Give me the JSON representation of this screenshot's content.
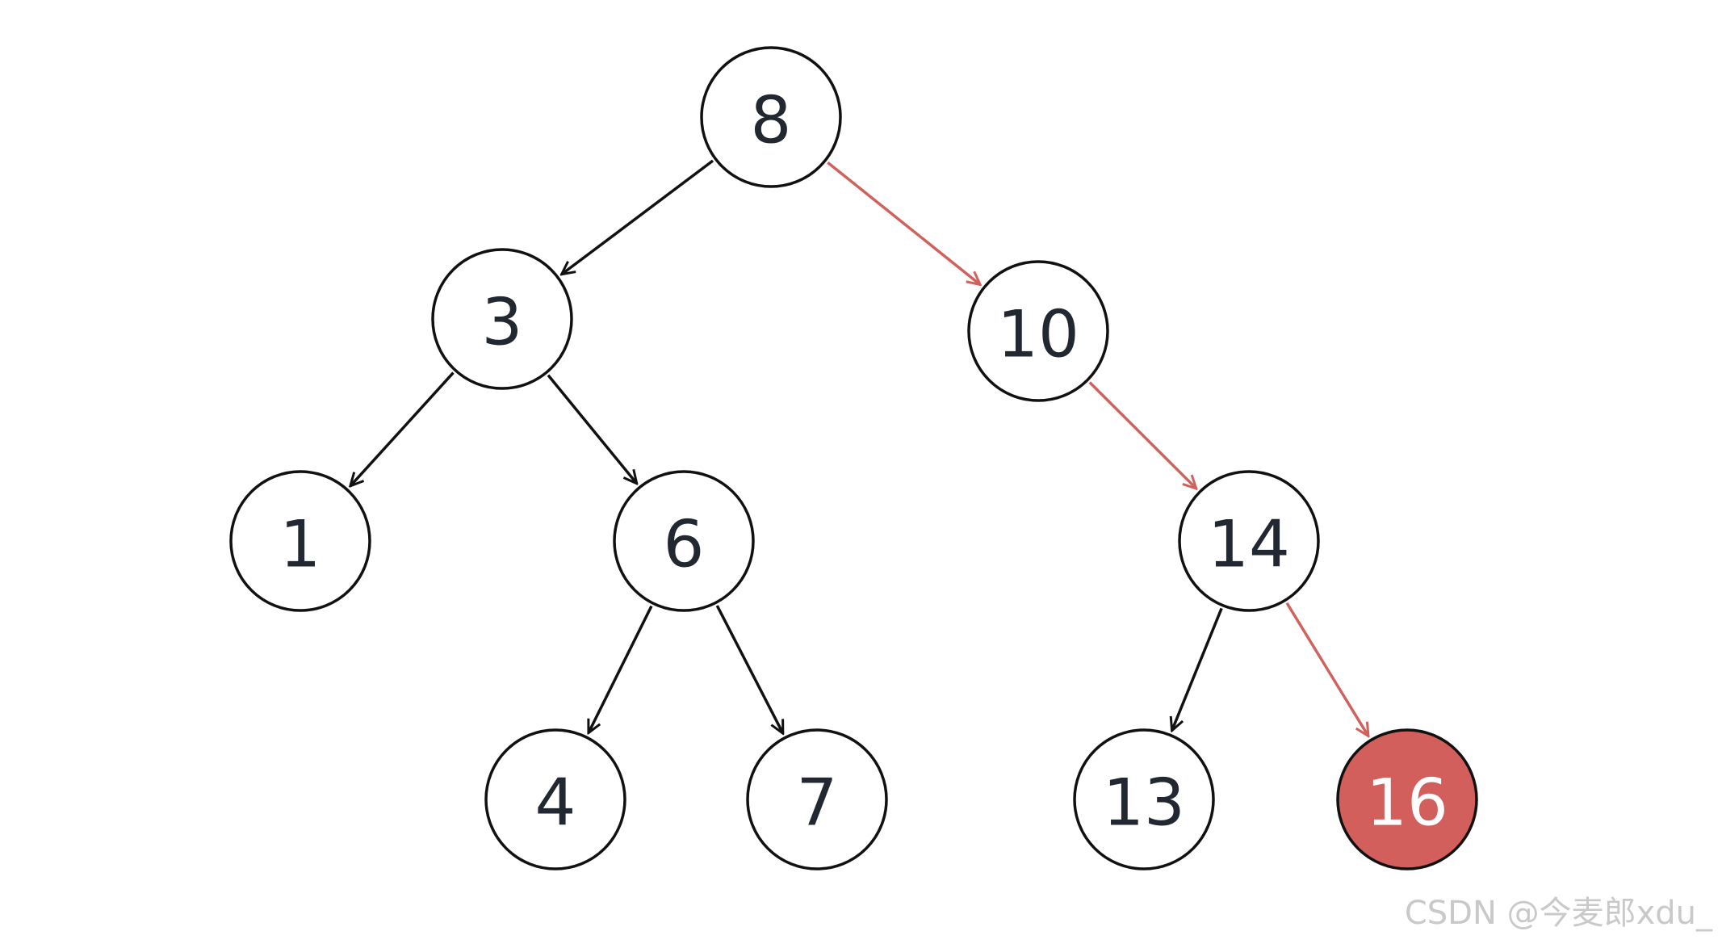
{
  "diagram": {
    "type": "binary-search-tree",
    "colors": {
      "edge_default": "#111111",
      "edge_highlight": "#d0625e",
      "node_fill": "#ffffff",
      "node_stroke": "#111111",
      "highlight_fill": "#d35f5c",
      "label": "#222831",
      "highlight_label": "#ffffff"
    },
    "nodes": [
      {
        "id": "n8",
        "label": "8",
        "highlight": false
      },
      {
        "id": "n3",
        "label": "3",
        "highlight": false
      },
      {
        "id": "n10",
        "label": "10",
        "highlight": false
      },
      {
        "id": "n1",
        "label": "1",
        "highlight": false
      },
      {
        "id": "n6",
        "label": "6",
        "highlight": false
      },
      {
        "id": "n14",
        "label": "14",
        "highlight": false
      },
      {
        "id": "n4",
        "label": "4",
        "highlight": false
      },
      {
        "id": "n7",
        "label": "7",
        "highlight": false
      },
      {
        "id": "n13",
        "label": "13",
        "highlight": false
      },
      {
        "id": "n16",
        "label": "16",
        "highlight": true
      }
    ],
    "edges": [
      {
        "from": "n8",
        "to": "n3",
        "highlight": false
      },
      {
        "from": "n8",
        "to": "n10",
        "highlight": true
      },
      {
        "from": "n3",
        "to": "n1",
        "highlight": false
      },
      {
        "from": "n3",
        "to": "n6",
        "highlight": false
      },
      {
        "from": "n10",
        "to": "n14",
        "highlight": true
      },
      {
        "from": "n6",
        "to": "n4",
        "highlight": false
      },
      {
        "from": "n6",
        "to": "n7",
        "highlight": false
      },
      {
        "from": "n14",
        "to": "n13",
        "highlight": false
      },
      {
        "from": "n14",
        "to": "n16",
        "highlight": true
      }
    ]
  },
  "watermark": {
    "text": "CSDN @今麦郎xdu_"
  }
}
